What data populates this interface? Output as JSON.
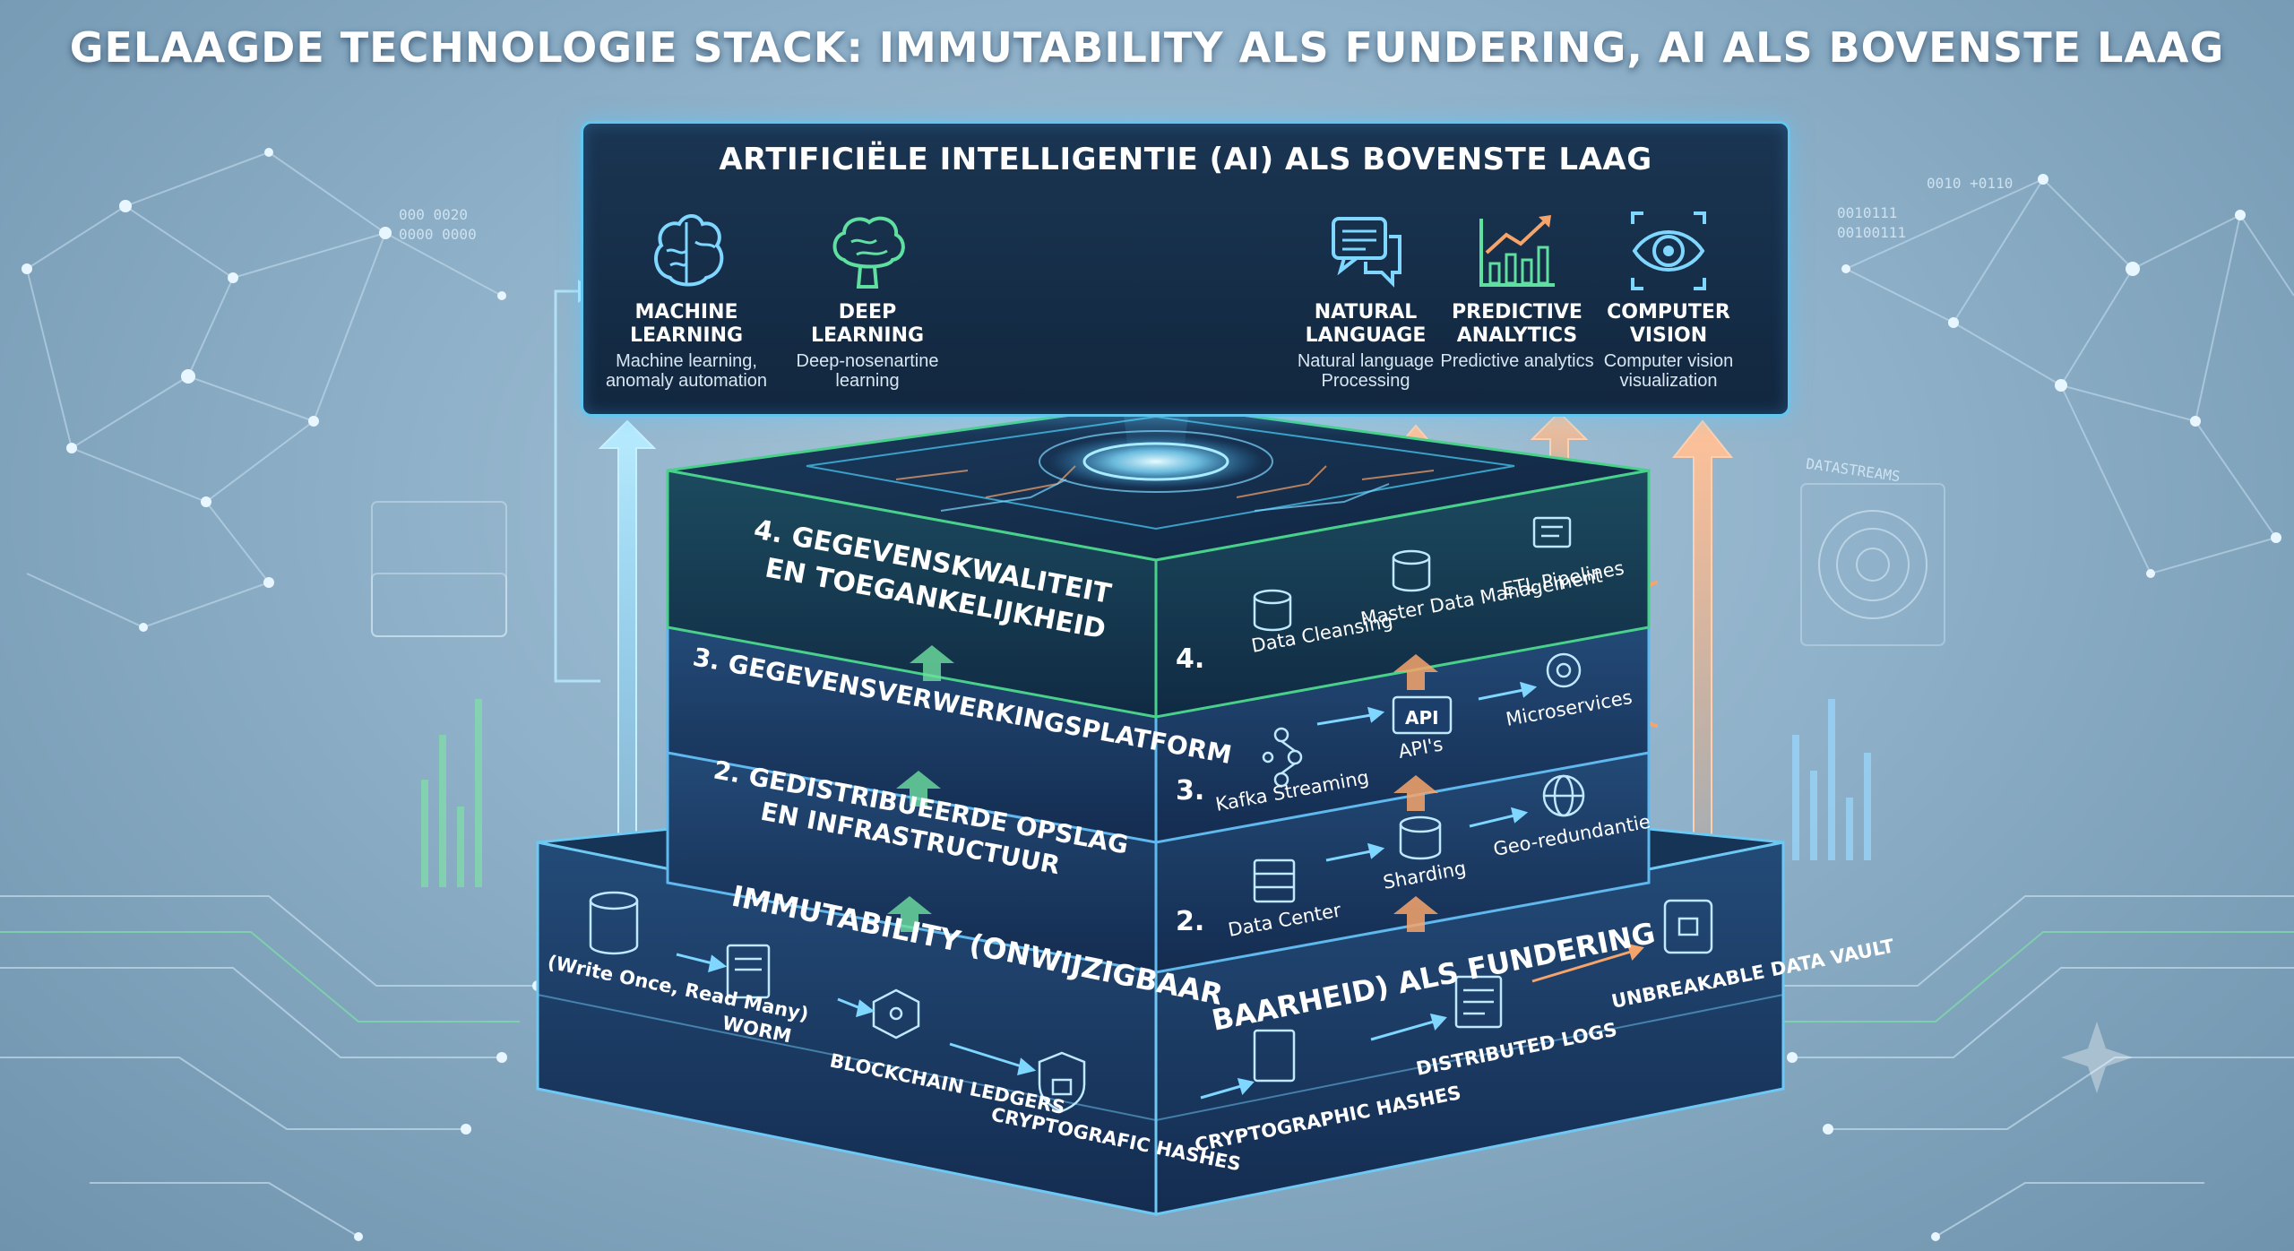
{
  "title": "GELAAGDE TECHNOLOGIE STACK: IMMUTABILITY ALS FUNDERING, AI ALS BOVENSTE LAAG",
  "ai_layer": {
    "title": "ARTIFICIËLE INTELLIGENTIE (AI) ALS BOVENSTE LAAG",
    "items": [
      {
        "name": "MACHINE LEARNING",
        "desc": "Machine learning, anomaly automation",
        "icon": "brain-icon"
      },
      {
        "name": "DEEP LEARNING",
        "desc": "Deep-nosenartine learning",
        "icon": "brain-circuit-icon"
      },
      {
        "name": "NATURAL LANGUAGE",
        "desc": "Natural language Processing",
        "icon": "chat-icon"
      },
      {
        "name": "PREDICTIVE ANALYTICS",
        "desc": "Predictive analytics",
        "icon": "bar-chart-icon"
      },
      {
        "name": "COMPUTER VISION",
        "desc": "Computer vision visualization",
        "icon": "eye-icon"
      }
    ]
  },
  "layers": {
    "layer4": {
      "title_line1": "4. GEGEVENSKWALITEIT",
      "title_line2": "EN TOEGANKELIJKHEID",
      "number": "4.",
      "items": [
        "Data Cleansing",
        "Master Data Management",
        "ETL Pipelines"
      ]
    },
    "layer3": {
      "title": "3. GEGEVENSVERWERKINGSPLATFORM",
      "number": "3.",
      "items": [
        "Kafka Streaming",
        "API's",
        "Microservices"
      ],
      "api_badge": "API"
    },
    "layer2": {
      "title_line1": "2. GEDISTRIBUEERDE OPSLAG",
      "title_line2": "EN INFRASTRUCTUUR",
      "number": "2.",
      "items": [
        "Data Center",
        "Sharding",
        "Geo-redundantie"
      ]
    },
    "layer1": {
      "title_left": "IMMUTABILITY (ONWIJZIGBAAR",
      "title_right": "BAARHEID) ALS FUNDERING",
      "left_items": [
        "(Write Once, Read Many)",
        "WORM",
        "BLOCKCHAIN LEDGERS",
        "CRYPTOGRAFIC HASHES"
      ],
      "right_items": [
        "CRYPTOGRAPHIC HASHES",
        "DISTRIBUTED LOGS",
        "UNBREAKABLE DATA VAULT"
      ]
    }
  },
  "annotations": {
    "top_right_bits1": "0010 +0110",
    "top_right_bits2": "0010111",
    "top_right_bits3": "00100111",
    "top_left_bits1": "000 0020",
    "top_left_bits2": "0000 0000",
    "datastreams": "DATASTREAMS"
  },
  "colors": {
    "ai_border": "#62c6ef",
    "green_layer": "#49d18c",
    "blue_layer": "#4aa8e0",
    "orange_arrow": "#f7a46b",
    "panel_dark": "#14294a"
  }
}
